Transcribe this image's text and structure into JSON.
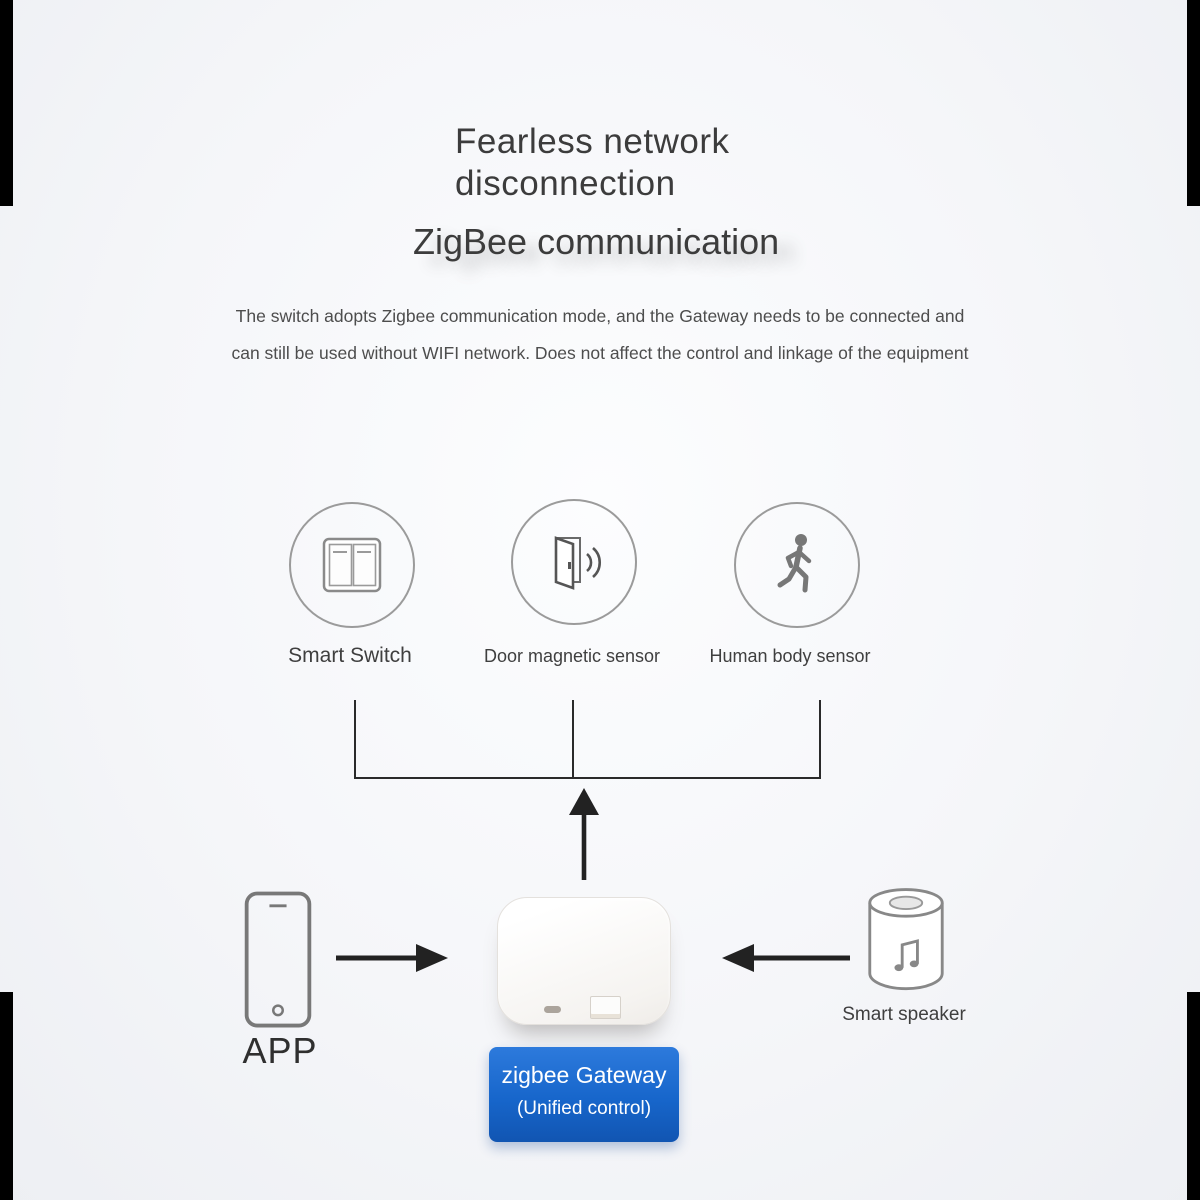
{
  "page": {
    "title_line1": "Fearless network",
    "title_line2": "disconnection",
    "subtitle": "ZigBee communication",
    "description_line1": "The switch adopts Zigbee communication mode, and the Gateway needs to be connected and",
    "description_line2": "can still be used without WIFI network. Does not affect the control and linkage of the equipment"
  },
  "devices": [
    {
      "label": "Smart Switch",
      "icon": "smart-switch-icon"
    },
    {
      "label": "Door magnetic sensor",
      "icon": "door-magnetic-sensor-icon"
    },
    {
      "label": "Human body sensor",
      "icon": "human-body-sensor-icon"
    }
  ],
  "app": {
    "label": "APP",
    "icon": "smartphone-icon"
  },
  "speaker": {
    "label": "Smart speaker",
    "icon": "smart-speaker-icon"
  },
  "gateway": {
    "label_line1": "zigbee Gateway",
    "label_line2": "(Unified control)",
    "icon": "zigbee-gateway-device"
  },
  "colors": {
    "badge_blue": "#1766cb",
    "connector_line": "#2a2a2a",
    "icon_gray": "#7e7e7e"
  }
}
